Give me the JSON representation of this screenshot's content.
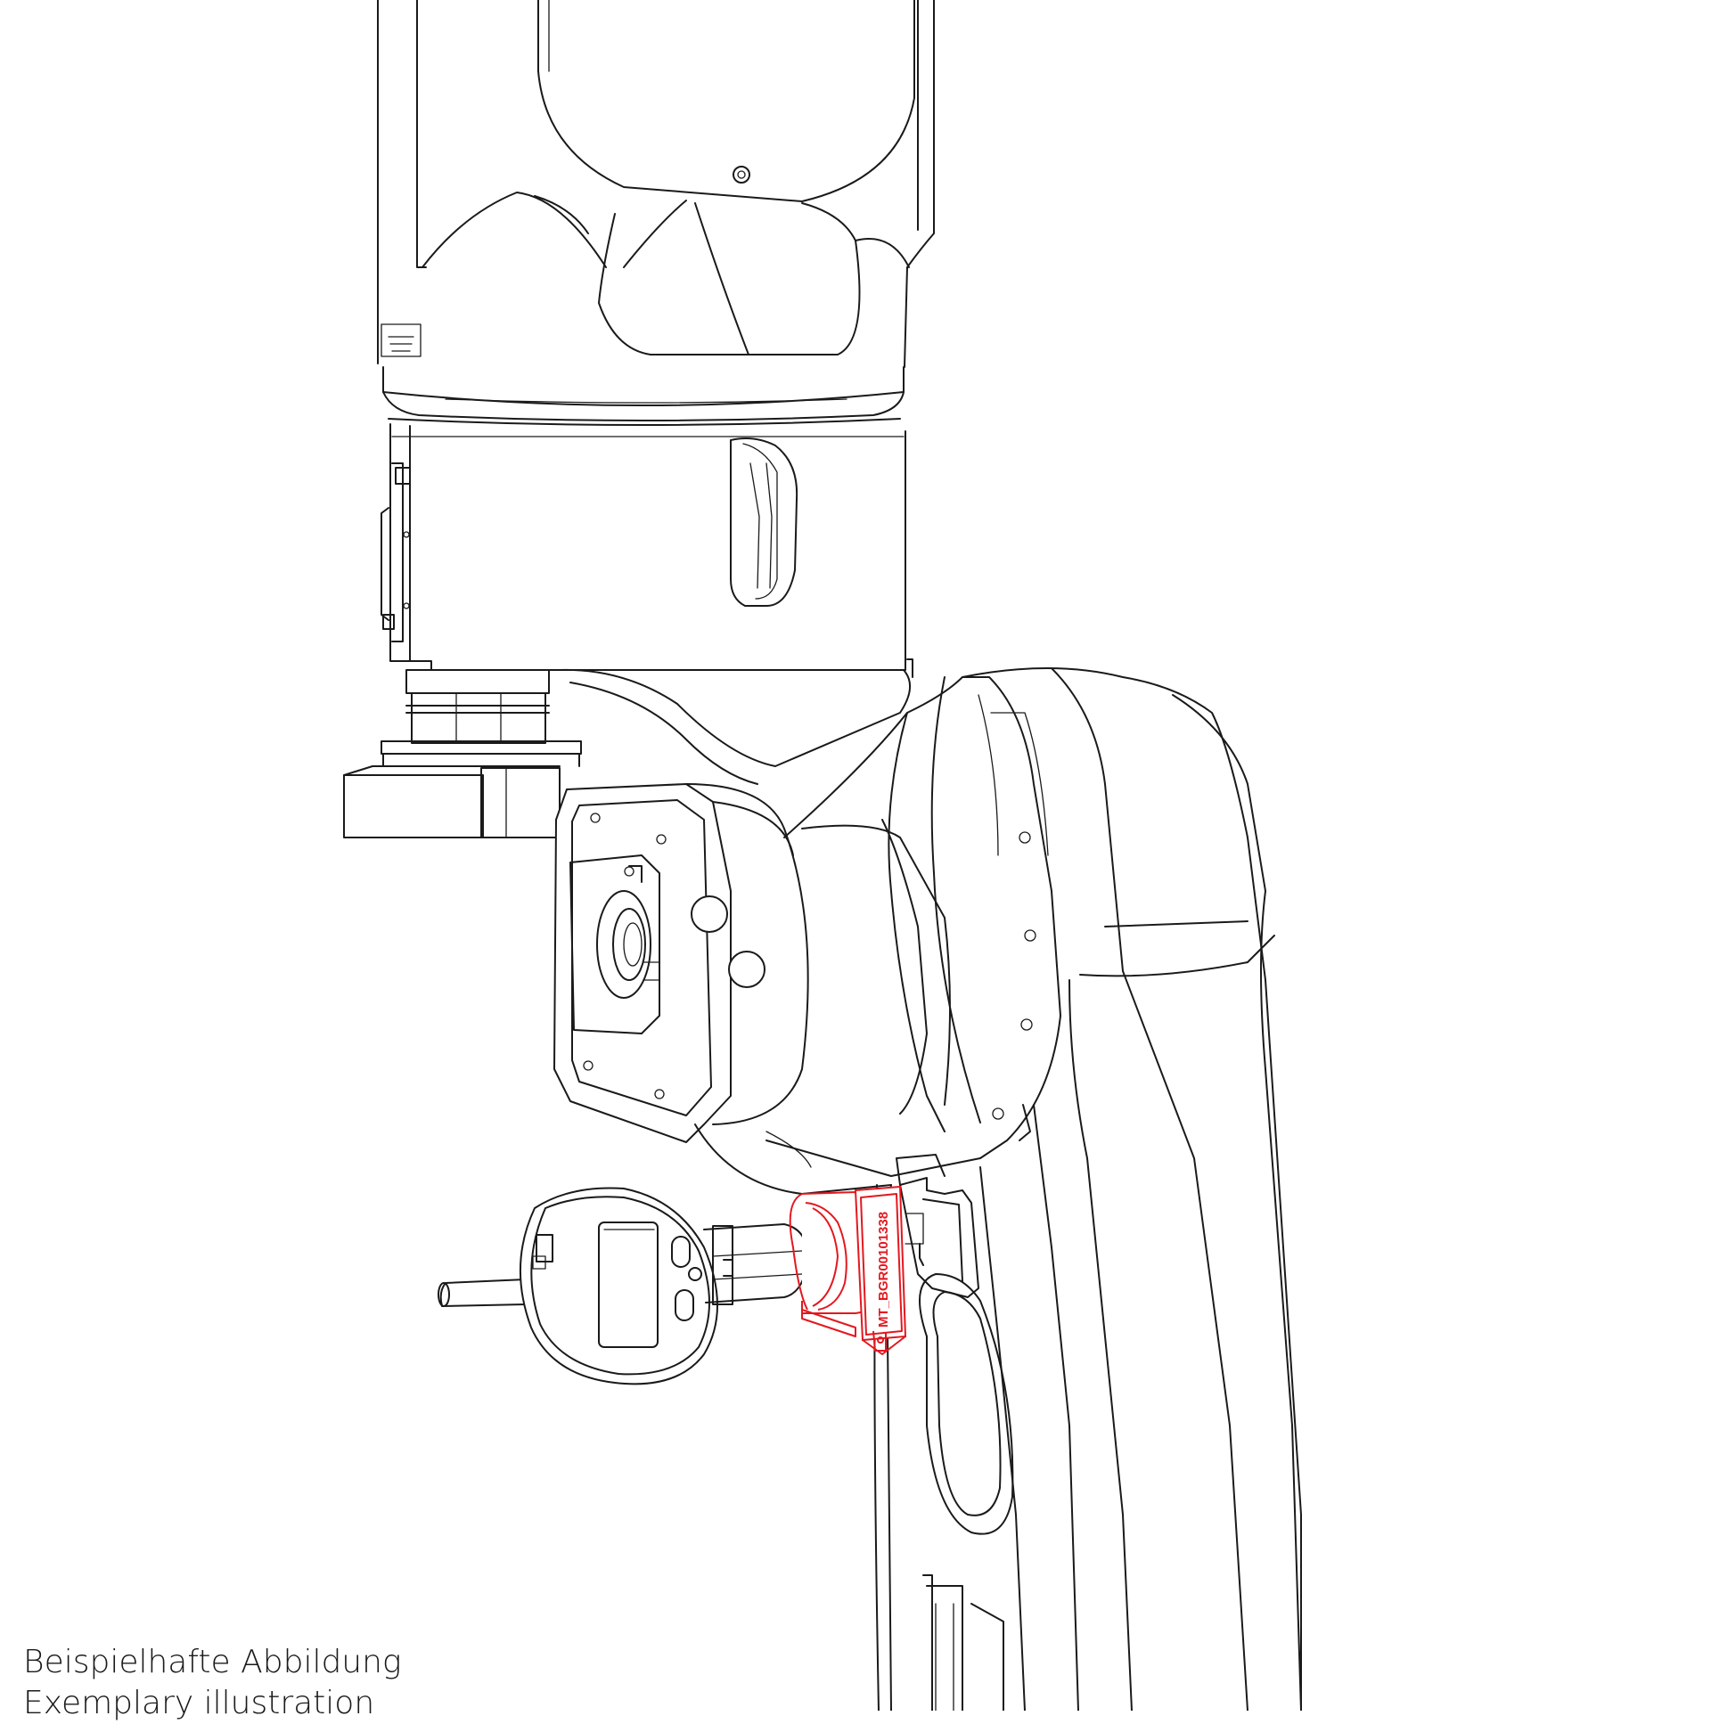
{
  "figure": {
    "part_label": "MT_BGR00101338",
    "highlight_color": "#e3181f",
    "line_color": "#1a1a1a"
  },
  "caption": {
    "line_de": "Beispielhafte Abbildung",
    "line_en": "Exemplary illustration"
  }
}
